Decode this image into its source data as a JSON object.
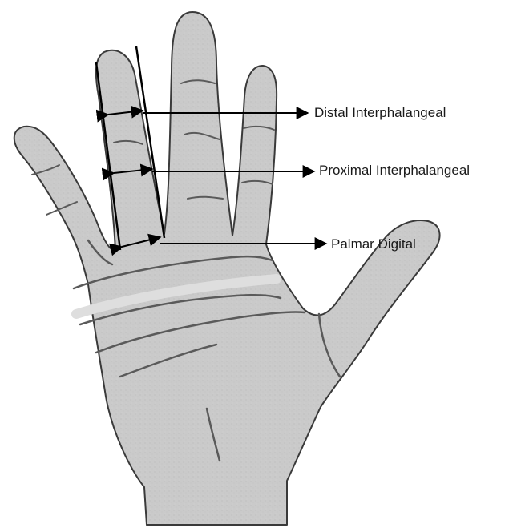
{
  "labels": {
    "distal": "Distal Interphalangeal",
    "proximal": "Proximal Interphalangeal",
    "palmar": "Palmar Digital"
  },
  "colors": {
    "hand_fill": "#c9c9c9",
    "hand_outline": "#3a3a3a",
    "crease": "#5a5a5a",
    "line": "#000000",
    "label_text": "#1a1a1a"
  }
}
